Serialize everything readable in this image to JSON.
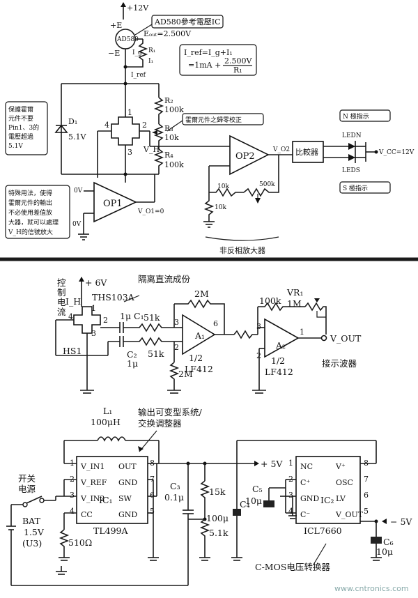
{
  "top": {
    "supply_top": "+12V",
    "plus_e": "+E",
    "minus_e": "−E",
    "ad580_chip": "AD580",
    "ad580_callout": "AD580參考電壓IC",
    "eout": "Eₒᵤₜ=2.500V",
    "ig": "I_g",
    "r1": "R₁",
    "i1": "I₁",
    "iref": "I_ref",
    "formula_line1": "I_ref=I_g+I₁",
    "formula_line2_pre": "=1mA +",
    "formula_num": "2.500V",
    "formula_den": "R₁",
    "r2": "R₂",
    "r2_val": "100k",
    "r3": "R₃",
    "r3_val": "10k",
    "r4": "R₄",
    "r4_val": "100k",
    "hall_pins": [
      "1",
      "4",
      "2",
      "3"
    ],
    "vh": "V_H",
    "d1": "D₁",
    "d1_val": "5.1V",
    "left_note": [
      "保護霍爾",
      "元件不要",
      "Pin1、3的",
      "電壓超過",
      "5.1V"
    ],
    "zero_callout": "霍爾元件之歸零校正",
    "op2": "OP2",
    "vo2": "V_O2",
    "comparator": "比較器",
    "n_callout": "N 極指示",
    "s_callout": "S 極指示",
    "ledn": "LEDN",
    "leds": "LEDS",
    "vcc": "V_CC=12V",
    "fb_10k": "10k",
    "fb_500k": "500k",
    "gnd_10k": "10k",
    "op1": "OP1",
    "vo1": "V_O1=0",
    "ov1": "0V",
    "ov2": "0V",
    "special_note": [
      "特殊用法，使得",
      "霍爾元件的輸出",
      "不必使用差值放",
      "大器，就可以處理",
      "V_H的信號放大"
    ],
    "noninv_label": "非反相放大器"
  },
  "middle": {
    "control_current": [
      "控",
      "制",
      "电",
      "流"
    ],
    "plus6v": "+ 6V",
    "ih": "I_H",
    "title": "隔离直流成份",
    "ths": "THS103A",
    "hs1": "HS1",
    "pins": [
      "1",
      "4",
      "2",
      "3"
    ],
    "c1": "1μ C₁",
    "c2": "C₂",
    "c2_val": "1μ",
    "r51k_a": "51k",
    "r51k_b": "51k",
    "r2m_top": "2M",
    "r2m_bot": "2M",
    "a1": "A₁",
    "a1_half": "1/2",
    "a1_part": "LF412",
    "a1_pins": [
      "3",
      "2",
      "6"
    ],
    "r100k": "100k",
    "vr1": "VR₁",
    "vr1_val": "1M",
    "a2": "A₂",
    "a2_half": "1/2",
    "a2_part": "LF412",
    "a2_pins": [
      "3",
      "2",
      "1"
    ],
    "vout": "V_OUT",
    "scope": "接示波器"
  },
  "bottom": {
    "l1": "L₁",
    "l1_val": "100μH",
    "callout": [
      "输出可变型系统/",
      "交换调整器"
    ],
    "switch_label": [
      "开关",
      "电源"
    ],
    "bat": "BAT",
    "bat_v": "1.5V",
    "bat_u": "(U3)",
    "ic1_pins_left": [
      "V_IN1",
      "V_REF",
      "V_IN2",
      "CC"
    ],
    "ic1_pins_right": [
      "OUT",
      "GND",
      "SW",
      "GND"
    ],
    "ic1_pinnums_left": [
      "1",
      "2",
      "3",
      "4"
    ],
    "ic1_pinnums_right": [
      "8",
      "7",
      "6",
      "5"
    ],
    "ic1": "IC₁",
    "ic1_part": "TL499A",
    "r510": "510Ω",
    "c3": "C₃",
    "c3_val": "0.1μ",
    "r15k": "15k",
    "c4": "C₄",
    "c4_val": "100μ",
    "r51k": "5.1k",
    "plus5v": "+ 5V",
    "c5": "C₅",
    "c5_val": "10μ",
    "ic2_pins_left": [
      "NC",
      "C⁺",
      "GND",
      "C⁻"
    ],
    "ic2_pins_right": [
      "V⁺",
      "OSC",
      "LV",
      "V_OUT"
    ],
    "ic2_pinnums_left": [
      "1",
      "2",
      "3",
      "4"
    ],
    "ic2_pinnums_right": [
      "8",
      "7",
      "6",
      "5"
    ],
    "ic2": "IC₂",
    "ic2_part": "ICL7660",
    "minus5v": "− 5V",
    "c6": "C₆",
    "c6_val": "10μ",
    "converter": "C-MOS电压转换器"
  },
  "watermark": "www.cntronics.com"
}
